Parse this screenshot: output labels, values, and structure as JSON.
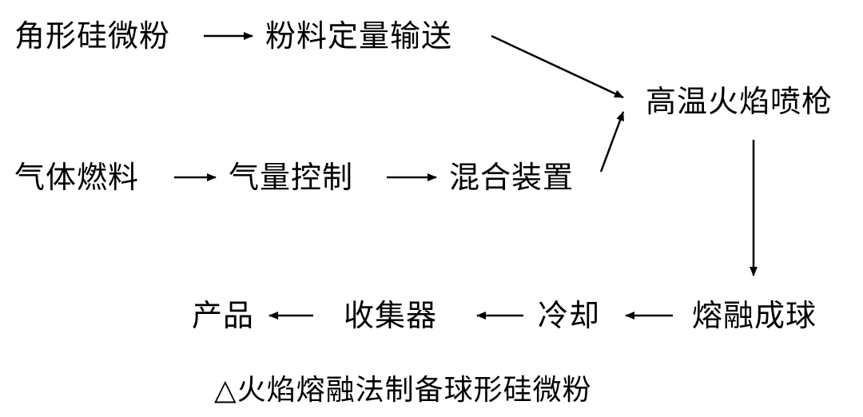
{
  "diagram": {
    "nodes": {
      "angular_silica": "角形硅微粉",
      "powder_feeding": "粉料定量输送",
      "gas_fuel": "气体燃料",
      "gas_control": "气量控制",
      "mixing_device": "混合装置",
      "flame_gun": "高温火焰喷枪",
      "melting": "熔融成球",
      "cooling": "冷却",
      "collector": "收集器",
      "product": "产品"
    },
    "caption": "△火焰熔融法制备球形硅微粉",
    "colors": {
      "text": "#000000",
      "arrow": "#000000",
      "background": "#ffffff"
    }
  }
}
